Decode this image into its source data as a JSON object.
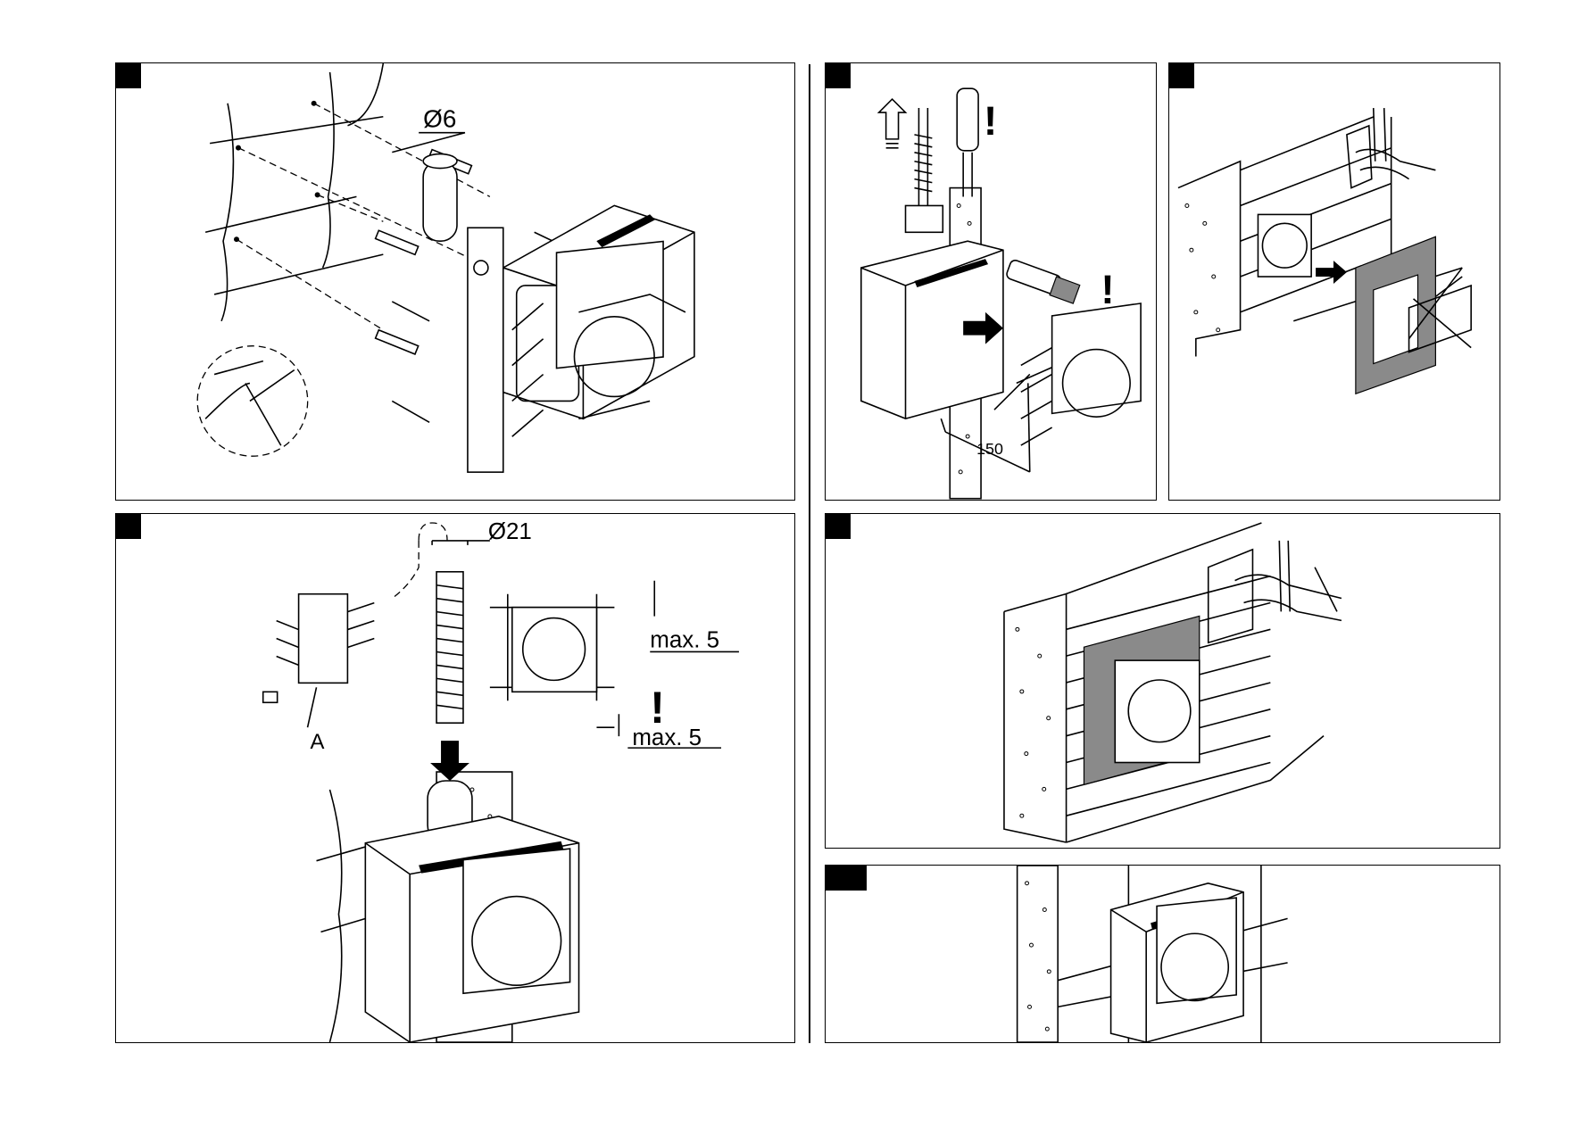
{
  "labels": {
    "drill_diameter": "Ø6",
    "distance": "150",
    "conduit_diameter": "Ø21",
    "part_a": "A",
    "tolerance_vertical": "max. 5",
    "tolerance_horizontal": "max. 5",
    "warning_mark": "!"
  },
  "colors": {
    "line": "#000000",
    "tile_template": "#8a8a8a",
    "background": "#ffffff"
  },
  "icons": [
    "up-arrow-icon",
    "right-arrow-icon",
    "down-arrow-icon",
    "warning-icon",
    "cross-out-icon"
  ]
}
